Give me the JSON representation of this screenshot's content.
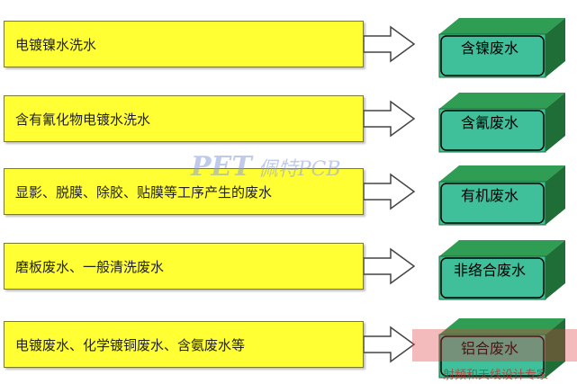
{
  "rows": [
    {
      "source": "电镀镍水洗水",
      "target": "含镍废水"
    },
    {
      "source": "含有氰化物电镀水洗水",
      "target": "含氰废水"
    },
    {
      "source": "显影、脱膜、除胶、贴膜等工序产生的废水",
      "target": "有机废水"
    },
    {
      "source": "磨板废水、一般清洗废水",
      "target": "非络合废水"
    },
    {
      "source": "电镀废水、化学镀铜废水、含氨废水等",
      "target": "铝合废水"
    }
  ],
  "watermark": {
    "text": "佩特PCB",
    "logo": "PET"
  },
  "watermark2": {
    "text": "射频和天线设计专家"
  },
  "colors": {
    "source_fill": "#ffff33",
    "bin_top": "#2f9e54",
    "bin_front": "#3fbf9a",
    "bin_side": "#1f6e37"
  }
}
